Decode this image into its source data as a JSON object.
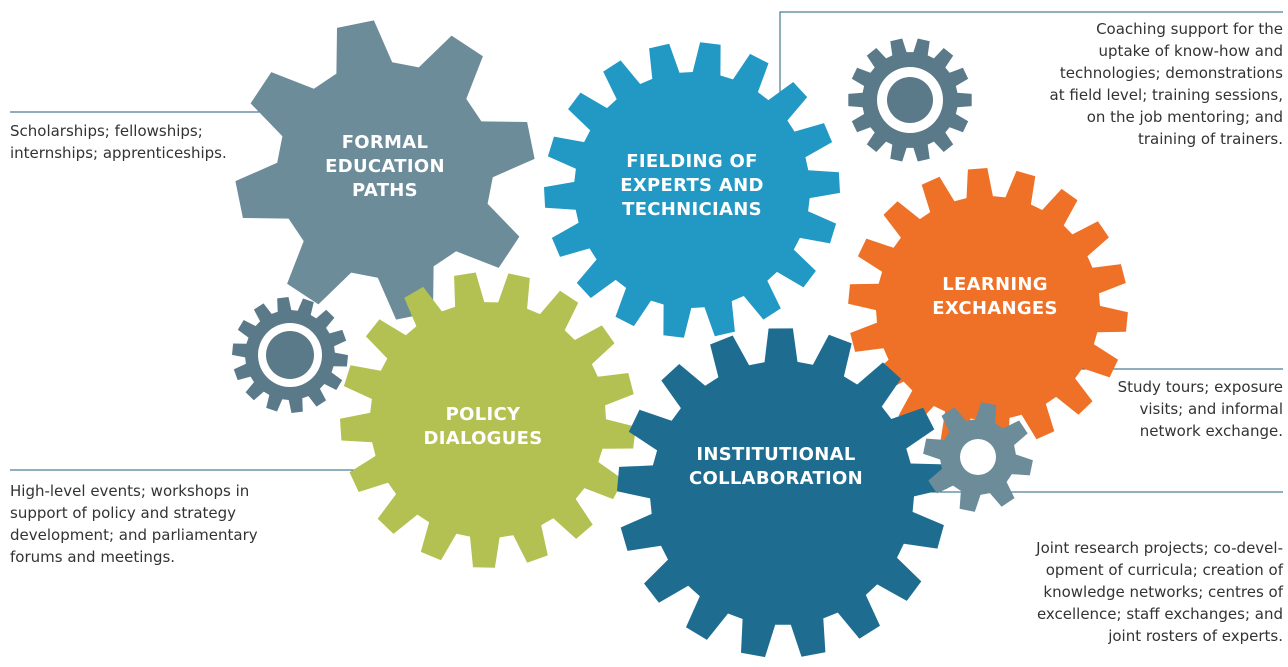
{
  "colors": {
    "formal": "#6d8c9a",
    "fielding": "#2199c4",
    "learning": "#ee7127",
    "policy": "#b3c152",
    "institutional": "#1e6d90",
    "small_gear_dark": "#5b7a89",
    "small_gear_light": "#6d8c9a",
    "text": "#333333",
    "leader": "#1f5f7a"
  },
  "gears": {
    "formal": {
      "label_lines": [
        "FORMAL",
        "EDUCATION",
        "PATHS"
      ]
    },
    "fielding": {
      "label_lines": [
        "FIELDING OF",
        "EXPERTS AND",
        "TECHNICIANS"
      ]
    },
    "learning": {
      "label_lines": [
        "LEARNING",
        "EXCHANGES"
      ]
    },
    "policy": {
      "label_lines": [
        "POLICY",
        "DIALOGUES"
      ]
    },
    "institutional": {
      "label_lines": [
        "INSTITUTIONAL",
        "COLLABORATION"
      ]
    }
  },
  "descriptions": {
    "formal": [
      "Scholarships; fellowships;",
      "internships; apprenticeships."
    ],
    "fielding": [
      "Coaching support for the",
      "uptake of know-how and",
      "technologies; demonstrations",
      "at field level; training sessions,",
      "on the job mentoring; and",
      "training of trainers."
    ],
    "learning": [
      "Study tours; exposure",
      "visits; and informal",
      "network exchange."
    ],
    "policy": [
      "High-level events; workshops in",
      "support of policy and strategy",
      "development; and parliamentary",
      "forums and meetings."
    ],
    "institutional": [
      "Joint research projects; co-devel-",
      "opment of curricula; creation of",
      "knowledge networks; centres of",
      "excellence; staff exchanges; and",
      "joint rosters of experts."
    ]
  },
  "icons": [
    "gear-small-ring-top",
    "gear-small-ring-left",
    "gear-small-plain-bottom"
  ]
}
